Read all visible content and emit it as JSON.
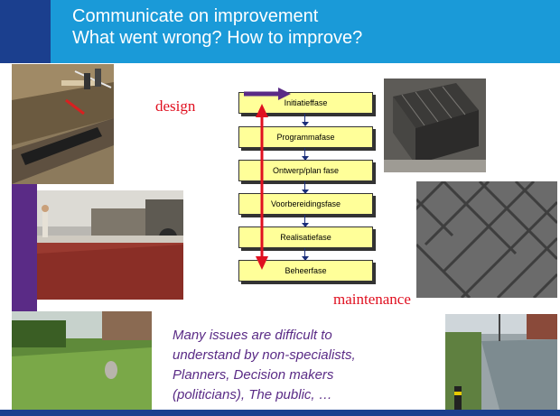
{
  "slide": {
    "title_line1": "Communicate on improvement",
    "title_line2": "What went wrong? How to improve?"
  },
  "labels": {
    "design": "design",
    "maintenance": "maintenance"
  },
  "phases": [
    "Initiatieffase",
    "Programmafase",
    "Ontwerp/plan fase",
    "Voorbereidingsfase",
    "Realisatiefase",
    "Beheerfase"
  ],
  "caption": {
    "line1": "Many issues are difficult to",
    "line2": "understand by non-specialists,",
    "line3": "Planners, Decision makers",
    "line4": "(politicians), The public, …"
  },
  "colors": {
    "header": "#1a9ad8",
    "header_dark": "#1b3f8e",
    "accent_purple": "#5a2b86",
    "phase_fill": "#ffff99",
    "arrow_red": "#e01020"
  }
}
